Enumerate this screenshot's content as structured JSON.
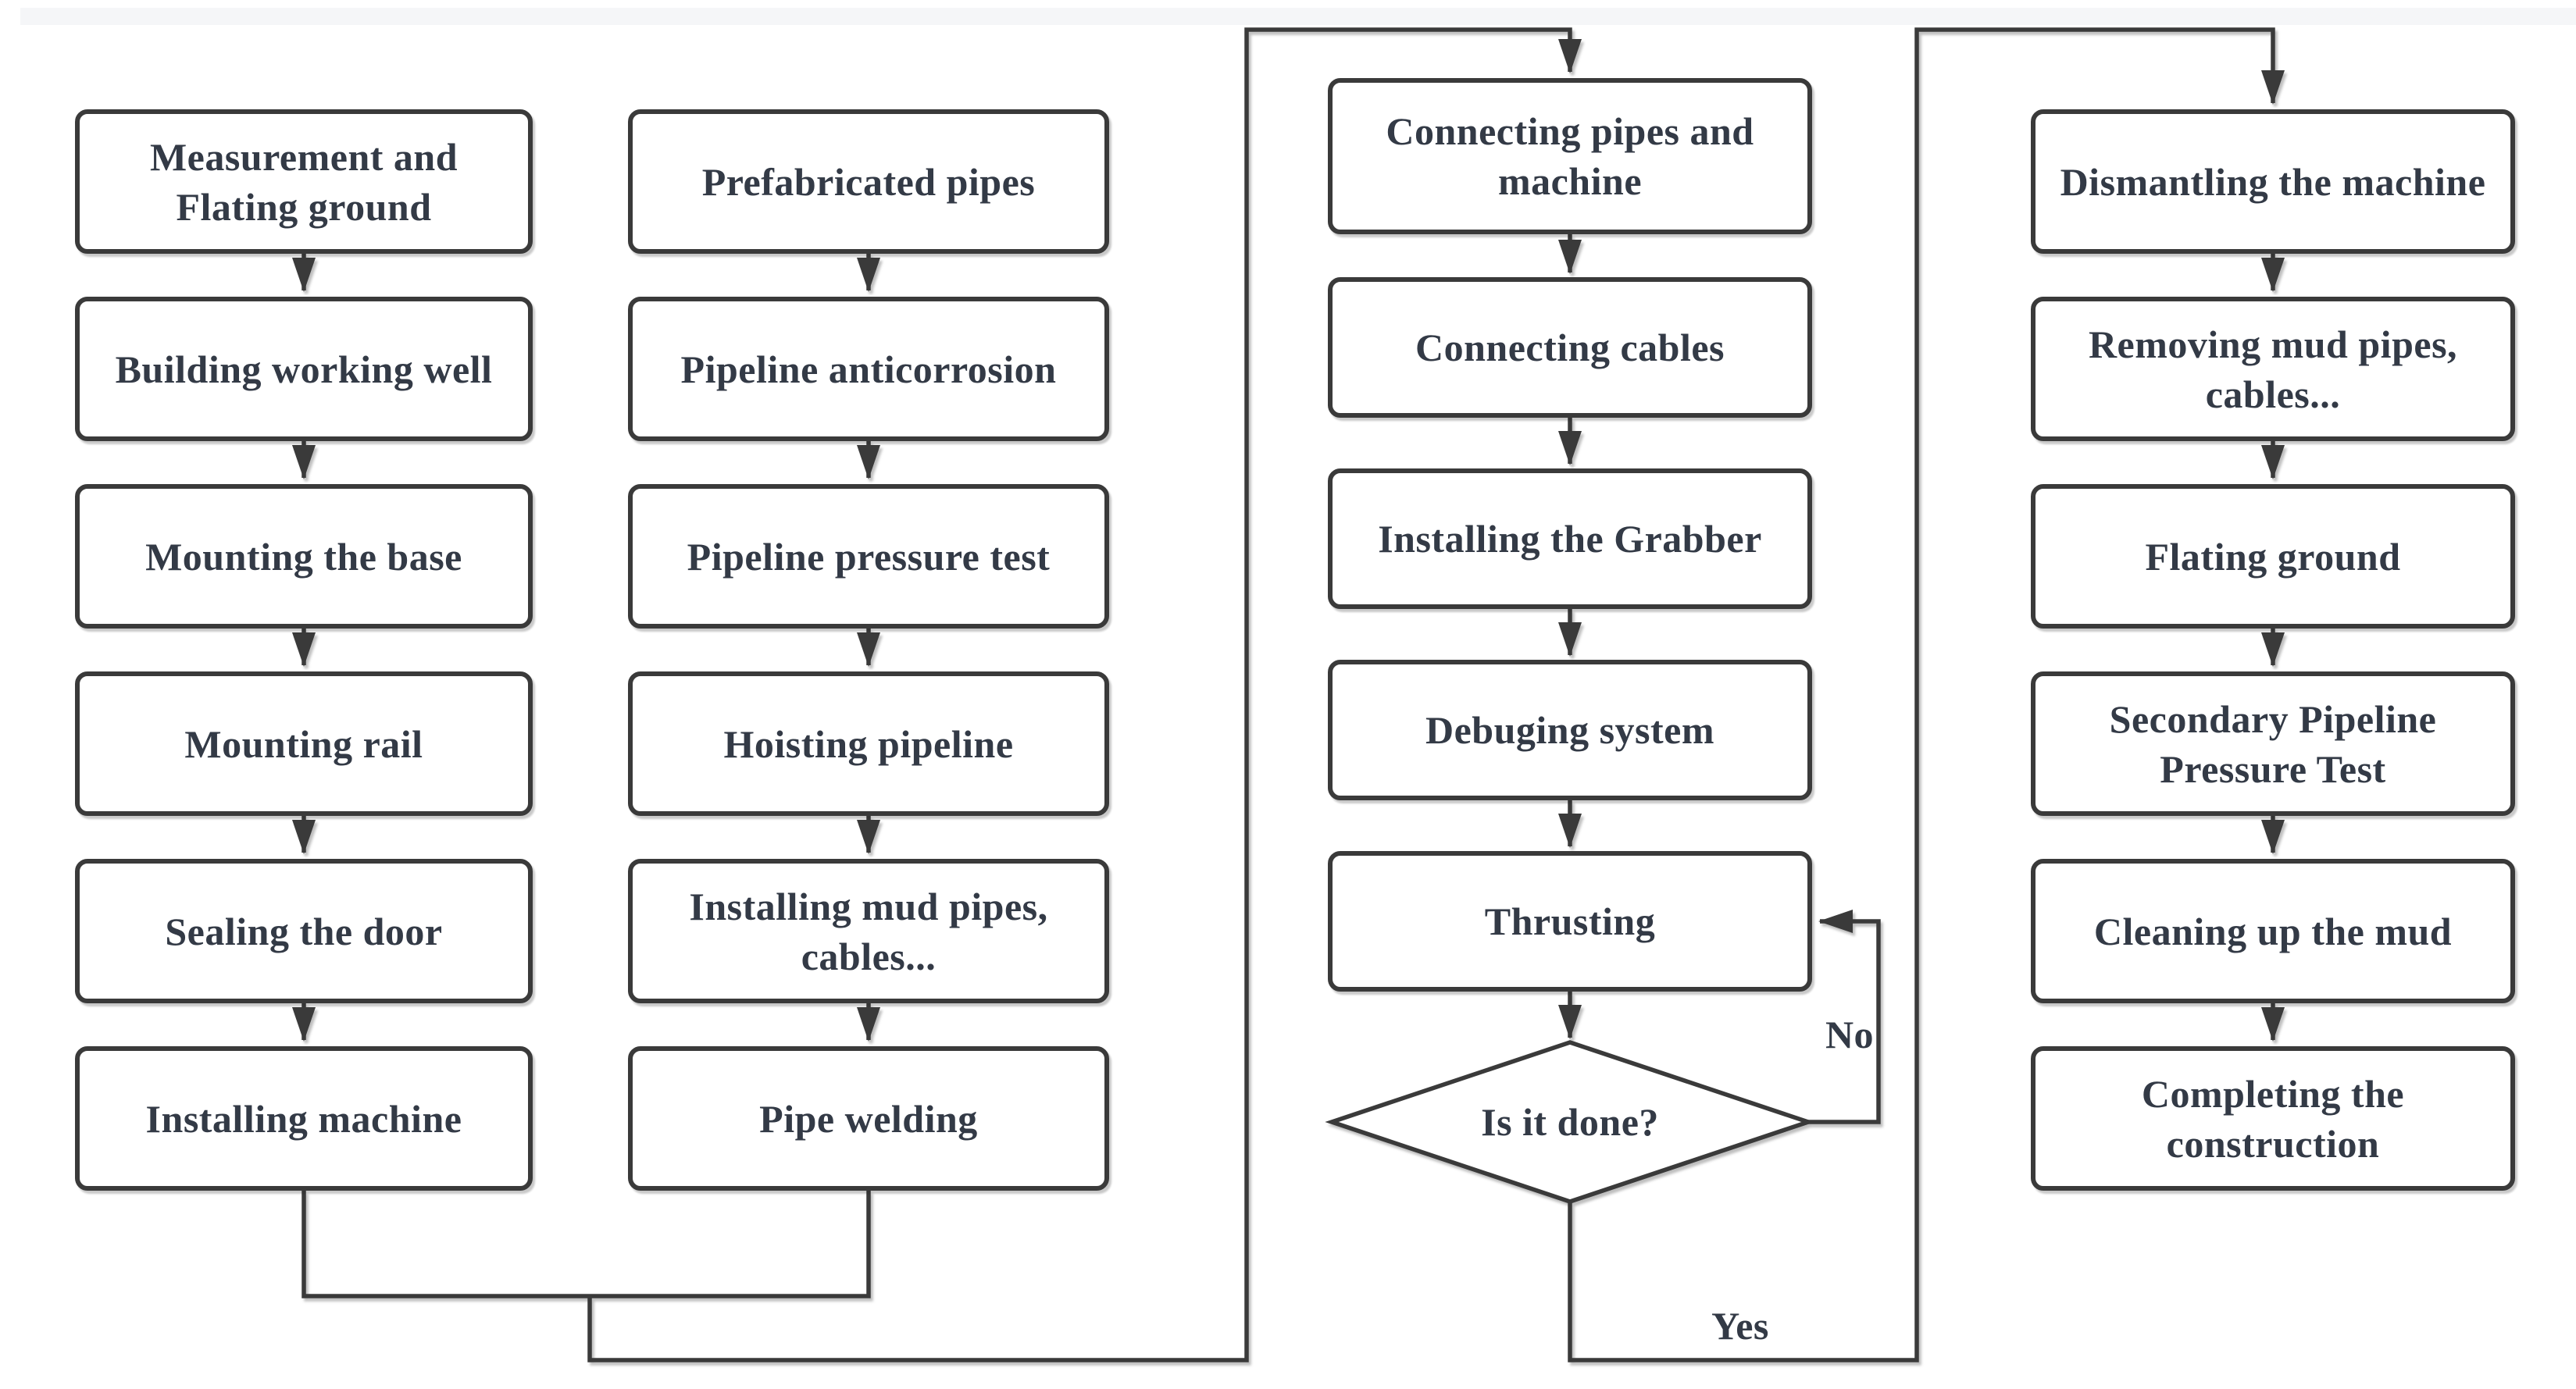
{
  "style": {
    "line_color": "#3a3a3a",
    "text_color": "#333a46",
    "box_background": "#ffffff",
    "top_band_color": "#f5f6f8"
  },
  "flowchart": {
    "columns": [
      {
        "name": "column-1",
        "nodes": [
          {
            "id": "measurement-flating-ground",
            "label": "Measurement and Flating ground"
          },
          {
            "id": "building-working-well",
            "label": "Building working well"
          },
          {
            "id": "mounting-the-base",
            "label": "Mounting the base"
          },
          {
            "id": "mounting-rail",
            "label": "Mounting rail"
          },
          {
            "id": "sealing-the-door",
            "label": "Sealing the door"
          },
          {
            "id": "installing-machine",
            "label": "Installing machine"
          }
        ]
      },
      {
        "name": "column-2",
        "nodes": [
          {
            "id": "prefabricated-pipes",
            "label": "Prefabricated pipes"
          },
          {
            "id": "pipeline-anticorrosion",
            "label": "Pipeline anticorrosion"
          },
          {
            "id": "pipeline-pressure-test",
            "label": "Pipeline pressure test"
          },
          {
            "id": "hoisting-pipeline",
            "label": "Hoisting pipeline"
          },
          {
            "id": "installing-mud-pipes-cables",
            "label": "Installing mud pipes, cables..."
          },
          {
            "id": "pipe-welding",
            "label": "Pipe welding"
          }
        ]
      },
      {
        "name": "column-3",
        "nodes": [
          {
            "id": "connecting-pipes-and-machine",
            "label": "Connecting pipes and machine"
          },
          {
            "id": "connecting-cables",
            "label": "Connecting cables"
          },
          {
            "id": "installing-the-grabber",
            "label": "Installing the Grabber"
          },
          {
            "id": "debuging-system",
            "label": "Debuging system"
          },
          {
            "id": "thrusting",
            "label": "Thrusting"
          }
        ]
      },
      {
        "name": "column-4",
        "nodes": [
          {
            "id": "dismantling-the-machine",
            "label": "Dismantling the machine"
          },
          {
            "id": "removing-mud-pipes-cables",
            "label": "Removing mud pipes, cables..."
          },
          {
            "id": "flating-ground",
            "label": "Flating ground"
          },
          {
            "id": "secondary-pipeline-pressure-test",
            "label": "Secondary Pipeline Pressure Test"
          },
          {
            "id": "cleaning-up-the-mud",
            "label": "Cleaning up the mud"
          },
          {
            "id": "completing-the-construction",
            "label": "Completing the construction"
          }
        ]
      }
    ],
    "decision": {
      "id": "is-it-done",
      "label": "Is it done?",
      "no_label": "No",
      "yes_label": "Yes"
    }
  }
}
